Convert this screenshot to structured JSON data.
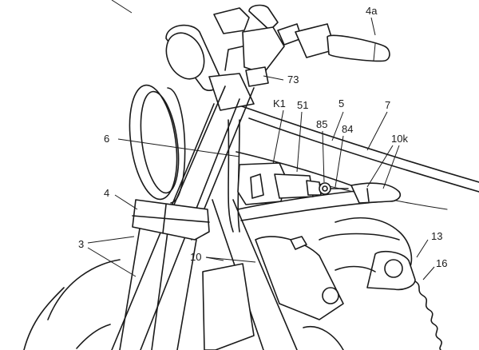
{
  "figure": {
    "labels": {
      "4a": "4a",
      "73": "73",
      "K1": "K1",
      "51": "51",
      "5": "5",
      "7": "7",
      "85": "85",
      "84": "84",
      "10k": "10k",
      "6": "6",
      "4": "4",
      "3": "3",
      "10": "10",
      "13": "13",
      "16": "16"
    }
  }
}
